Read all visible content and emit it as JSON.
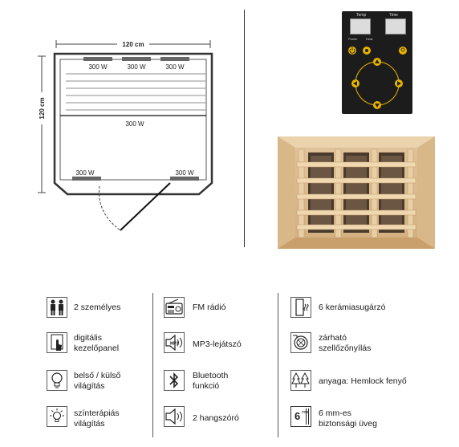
{
  "floorplan": {
    "width_label": "120 cm",
    "depth_label": "120 cm",
    "heaters": {
      "back_left": "300 W",
      "back_center": "300 W",
      "back_right": "300 W",
      "bench": "300 W",
      "front_left": "300 W",
      "front_right": "300 W"
    }
  },
  "control_panel": {
    "temp_label": "Temp",
    "time_label": "Time",
    "small_labels": [
      "Power",
      "Heat"
    ]
  },
  "features": [
    {
      "icon": "two-persons-icon",
      "label": "2 személyes"
    },
    {
      "icon": "radio-icon",
      "label": "FM rádió"
    },
    {
      "icon": "ceramic-heater-icon",
      "label": "6 kerámiasugárzó"
    },
    {
      "icon": "touch-panel-icon",
      "label": "digitális kezelőpanel"
    },
    {
      "icon": "mp3-speaker-icon",
      "label": "MP3-lejátszó"
    },
    {
      "icon": "vent-icon",
      "label": "zárható szellőzőnyílás"
    },
    {
      "icon": "bulb-icon",
      "label": "belső / külső világítás"
    },
    {
      "icon": "bluetooth-icon",
      "label": "Bluetooth funkció"
    },
    {
      "icon": "trees-icon",
      "label": "anyaga: Hemlock fenyő"
    },
    {
      "icon": "color-light-icon",
      "label": "színterápiás világítás"
    },
    {
      "icon": "speaker-icon",
      "label": "2 hangszóró"
    },
    {
      "icon": "glass-icon",
      "label": "6 mm-es biztonsági üveg",
      "icon_text": "6",
      "icon_unit": "mm"
    }
  ]
}
